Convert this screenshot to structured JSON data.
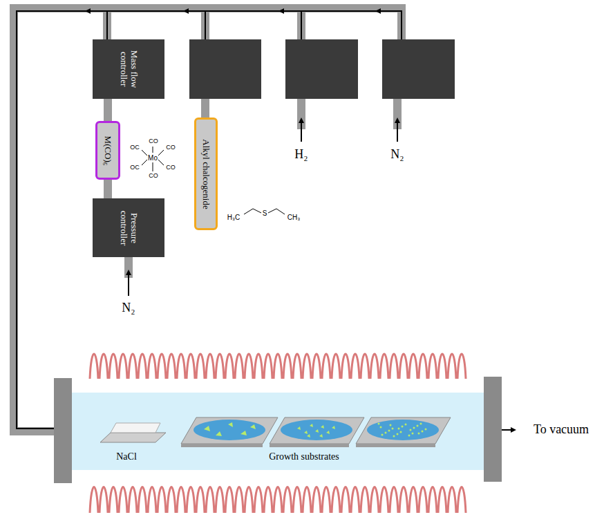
{
  "diagram": {
    "nodes": [
      {
        "text": [
          "Mass flow controller"
        ]
      },
      {
        "text": [
          "M(CO)₆"
        ]
      },
      {
        "text": [
          "Alkyl chalcogenide"
        ]
      },
      {
        "text": [
          "Pressure controller"
        ]
      }
    ],
    "edges": [
      {
        "from": 3,
        "to": 1,
        "arrow": "none"
      },
      {
        "from": 1,
        "to": 0,
        "arrow": "none"
      }
    ],
    "labels": [
      "CO",
      "OC",
      "CO",
      "OC",
      "CO",
      "CO",
      "Mo",
      "H₃C",
      "S",
      "CH₃",
      "H₂",
      "N₂",
      "N₂",
      "NaCl",
      "Growth substrates",
      "To vacuum"
    ]
  }
}
